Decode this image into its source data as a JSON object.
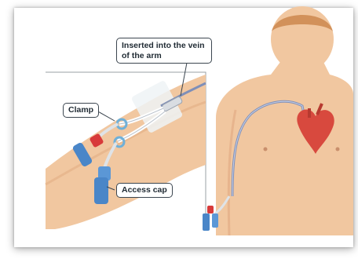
{
  "labels": {
    "inserted": "Inserted into the vein of the arm",
    "clamp": "Clamp",
    "access_cap": "Access cap"
  },
  "colors": {
    "skin": "#f1c7a0",
    "skin_shade": "#e3ad84",
    "vein": "#7f8fb8",
    "catheter": "#9aa3b0",
    "heart": "#d8493e",
    "cap_blue": "#4a86c8",
    "cap_red": "#d83a3a",
    "tape": "#eef3f6",
    "hair": "#c47a3c"
  },
  "icons": [
    "arm-illustration",
    "torso-illustration",
    "heart-icon",
    "clamp-icon",
    "access-cap-icon"
  ]
}
